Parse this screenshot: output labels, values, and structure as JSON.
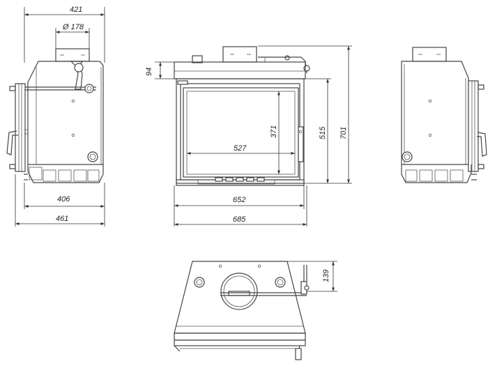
{
  "drawing": {
    "side_view": {
      "width_top": "421",
      "flue_diameter": "Ø 178",
      "depth_inner": "406",
      "depth_total": "461"
    },
    "front_view": {
      "top_height": "94",
      "glass_height": "371",
      "glass_width": "527",
      "door_height": "515",
      "total_height": "701",
      "body_width": "652",
      "total_width": "685"
    },
    "top_view": {
      "flue_offset": "139"
    }
  },
  "icons": {
    "arrow": "arrowhead",
    "bolt": "circle-bolt"
  }
}
